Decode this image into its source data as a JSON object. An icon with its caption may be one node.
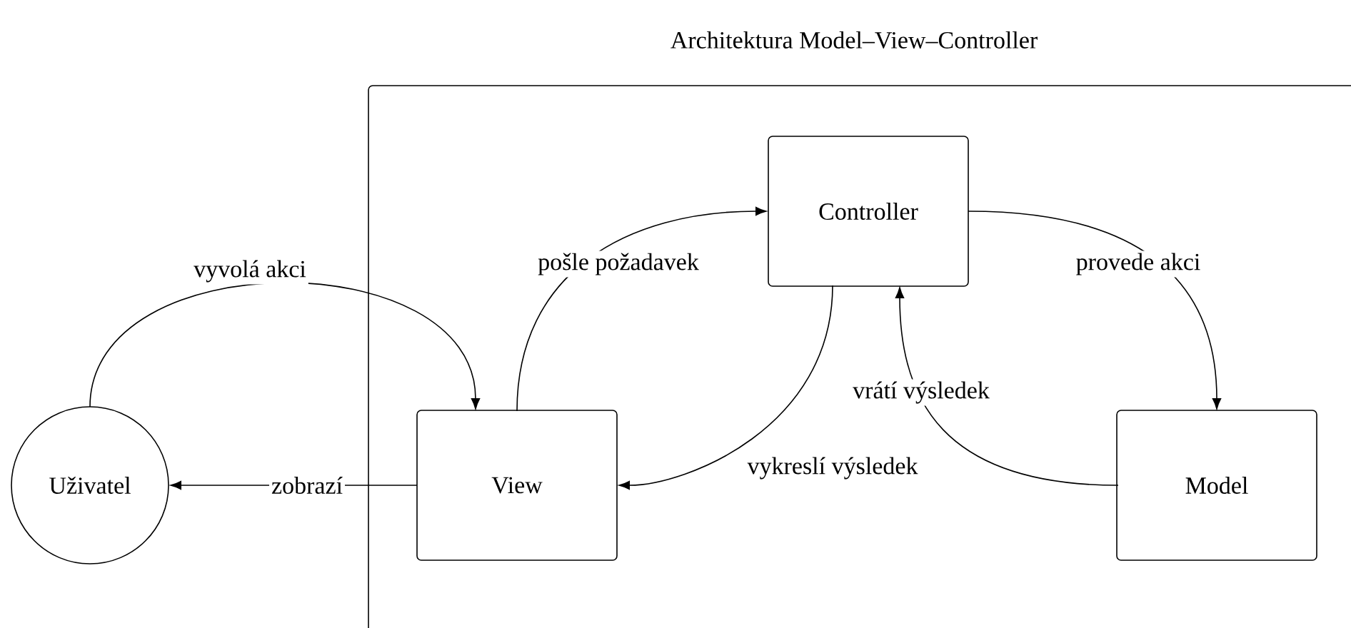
{
  "diagram": {
    "title": "Architektura Model–View–Controller",
    "nodes": [
      {
        "text": [],
        "shape": "box"
      },
      {
        "text": [
          "Uživatel"
        ]
      },
      {
        "text": [
          "View"
        ],
        "in": 0
      },
      {
        "text": [
          "Controller"
        ],
        "in": 0
      },
      {
        "text": [
          "Model"
        ],
        "in": 0
      }
    ],
    "edges": [
      {
        "from": 1,
        "to": 2,
        "arrow": "to",
        "label": "vyvolá akci"
      },
      {
        "from": 2,
        "to": 1,
        "arrow": "to",
        "label": "zobrazí"
      },
      {
        "from": 2,
        "to": 3,
        "arrow": "to",
        "label": "pošle požadavek"
      },
      {
        "from": 3,
        "to": 2,
        "arrow": "to",
        "label": "vykreslí výsledek"
      },
      {
        "from": 3,
        "to": 4,
        "arrow": "to",
        "label": "provede akci"
      },
      {
        "from": 4,
        "to": 3,
        "arrow": "to",
        "label": "vrátí výsledek"
      }
    ]
  }
}
